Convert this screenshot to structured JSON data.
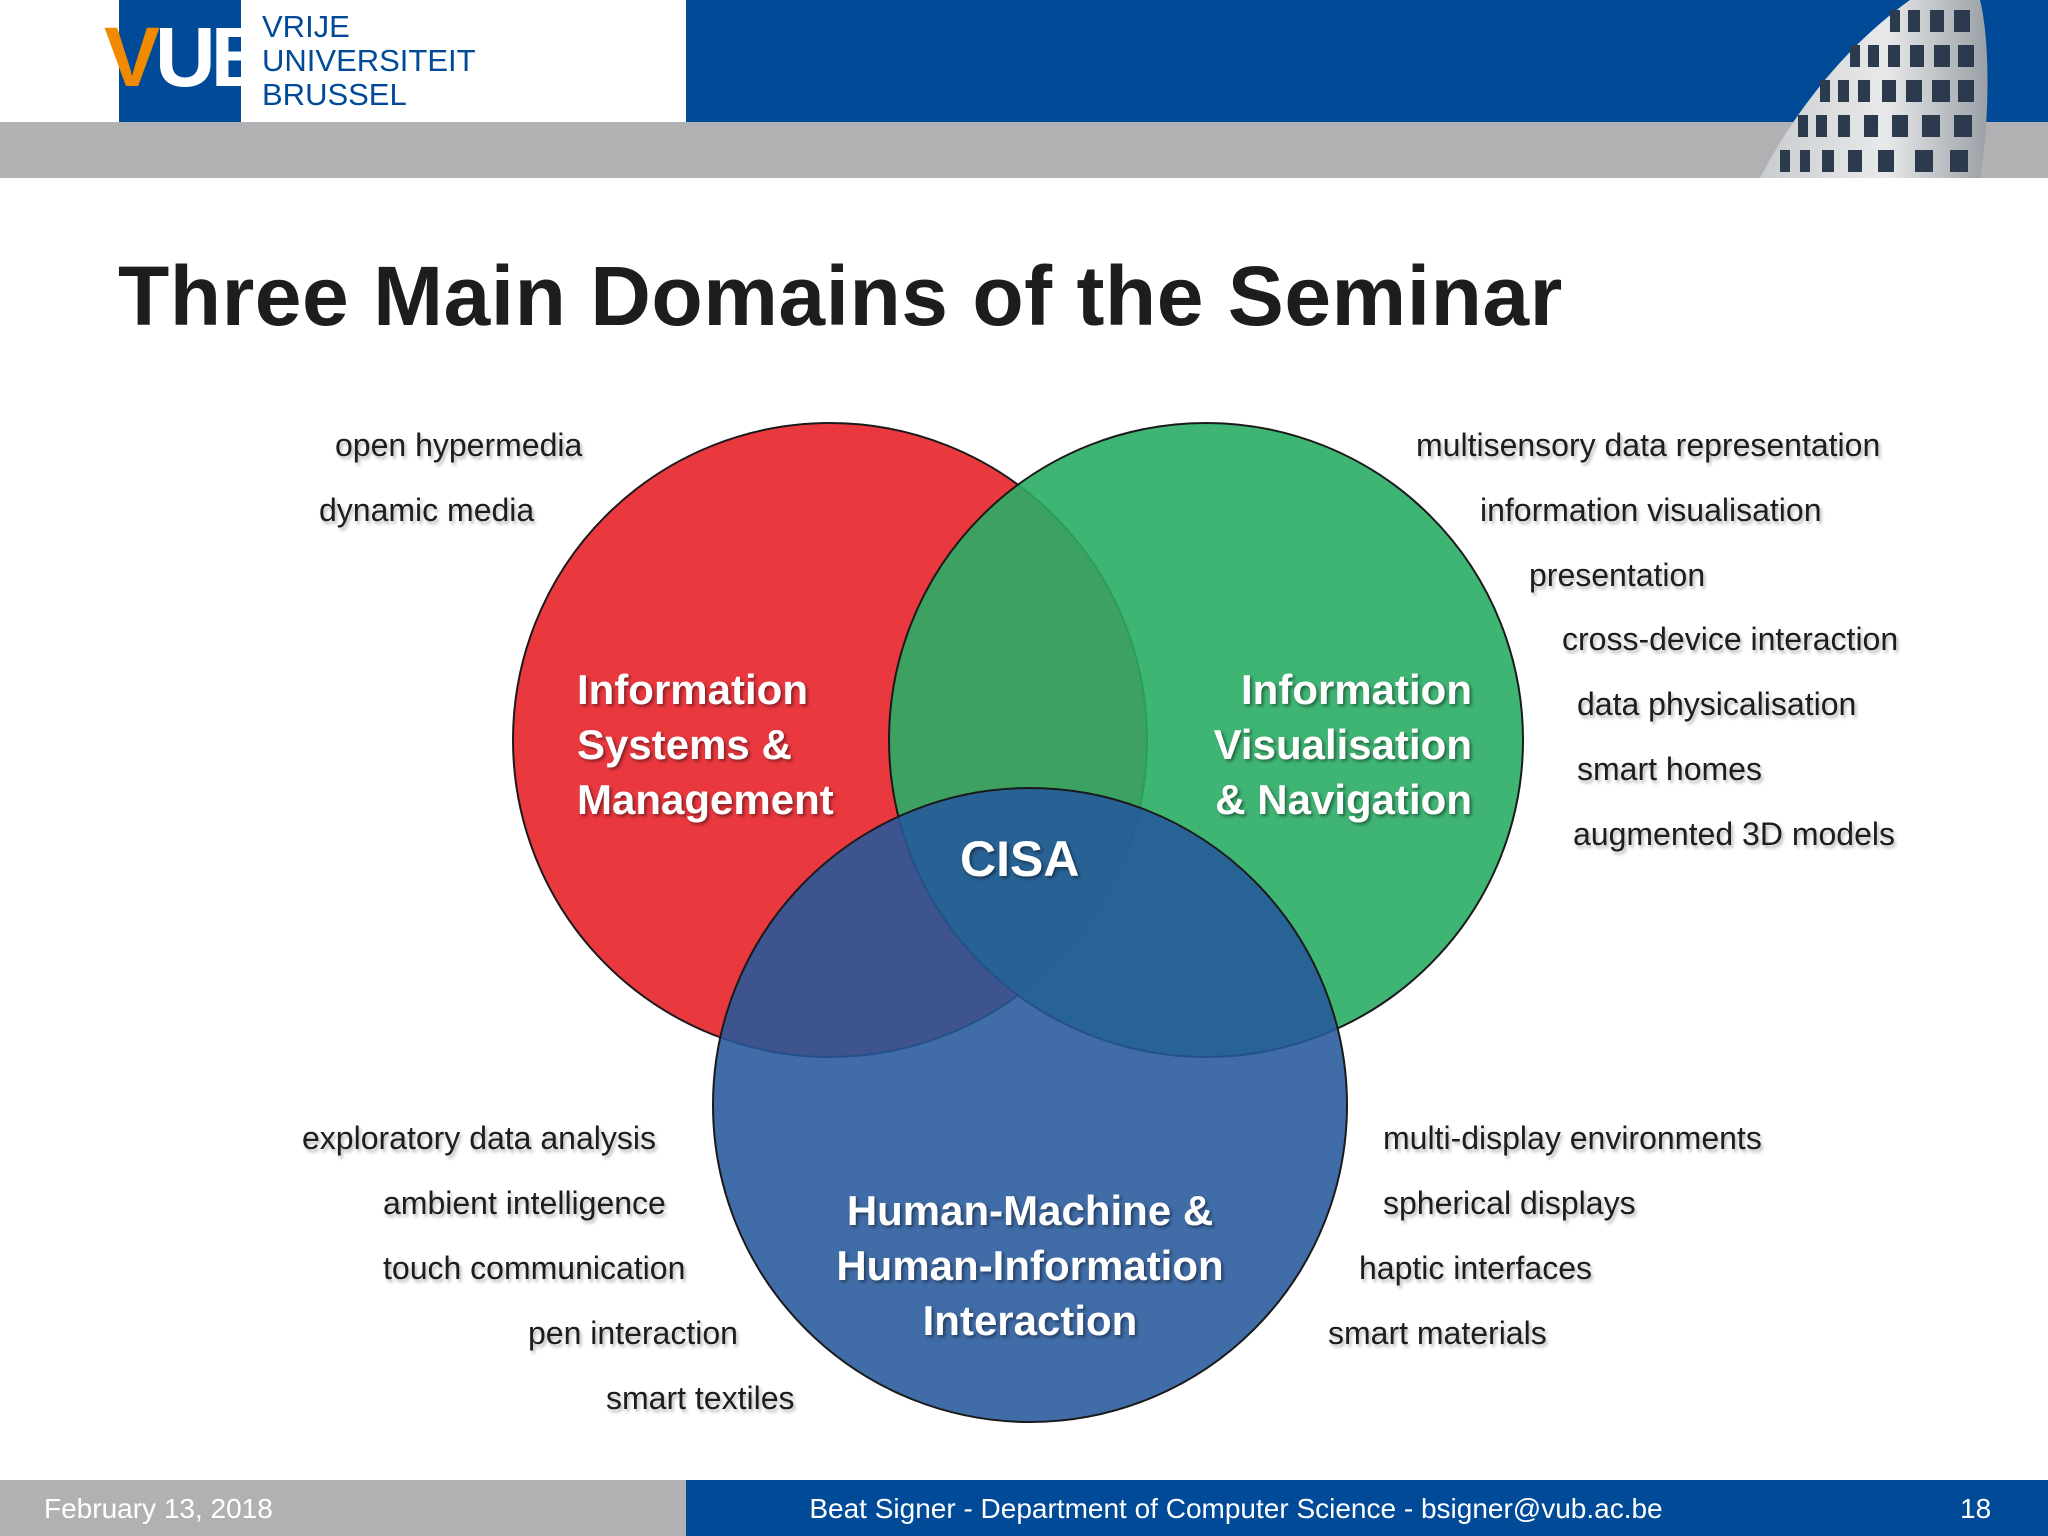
{
  "header": {
    "logo_text": "VUB",
    "university_name": [
      "VRIJE",
      "UNIVERSITEIT",
      "BRUSSEL"
    ]
  },
  "slide": {
    "title": "Three Main Domains of the Seminar"
  },
  "diagram": {
    "center_label": "CISA",
    "circles": [
      {
        "label": "Information\nSystems &\nManagement",
        "color": "#e8222a"
      },
      {
        "label": "Information\nVisualisation\n& Navigation",
        "color": "#2aad65"
      },
      {
        "label": "Human-Machine &\nHuman-Information\nInteraction",
        "color": "#26589b"
      }
    ],
    "topics_top_left": [
      "open hypermedia",
      "dynamic media"
    ],
    "topics_top_right": [
      "multisensory data representation",
      "information visualisation",
      "presentation",
      "cross-device interaction",
      "data physicalisation",
      "smart homes",
      "augmented 3D models"
    ],
    "topics_bottom_left": [
      "exploratory data analysis",
      "ambient intelligence",
      "touch communication",
      "pen interaction",
      "smart textiles"
    ],
    "topics_bottom_right": [
      "multi-display environments",
      "spherical displays",
      "haptic interfaces",
      "smart materials"
    ]
  },
  "footer": {
    "date": "February 13, 2018",
    "author": "Beat Signer - Department of Computer Science - bsigner@vub.ac.be",
    "page_number": "18"
  }
}
